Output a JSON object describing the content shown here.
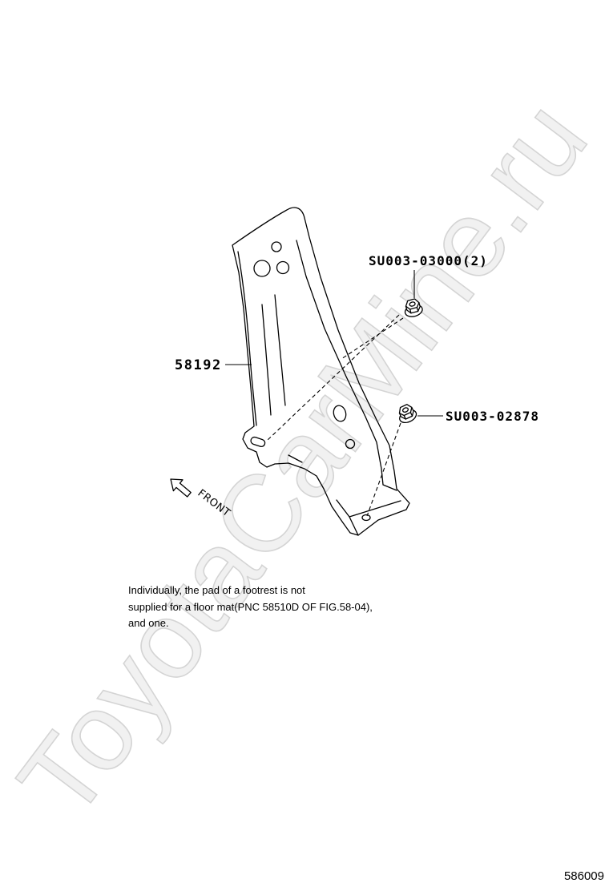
{
  "watermark": "ToyotaCarMine.ru",
  "parts": {
    "bracket": {
      "part_number": "58192"
    },
    "nut_upper": {
      "part_number": "SU003-03000(2)"
    },
    "nut_lower": {
      "part_number": "SU003-02878"
    }
  },
  "direction": {
    "label": "FRONT",
    "icon": "front-arrow-icon"
  },
  "note": {
    "lines": [
      "Individually, the pad of a footrest is not",
      "supplied for a floor mat(PNC 58510D OF FIG.58-04),",
      "and one."
    ]
  },
  "figure_id": "586009",
  "colors": {
    "line": "#000000",
    "background": "#ffffff",
    "watermark_fill": "#f1f1f1",
    "watermark_stroke": "#d4d4d4"
  }
}
